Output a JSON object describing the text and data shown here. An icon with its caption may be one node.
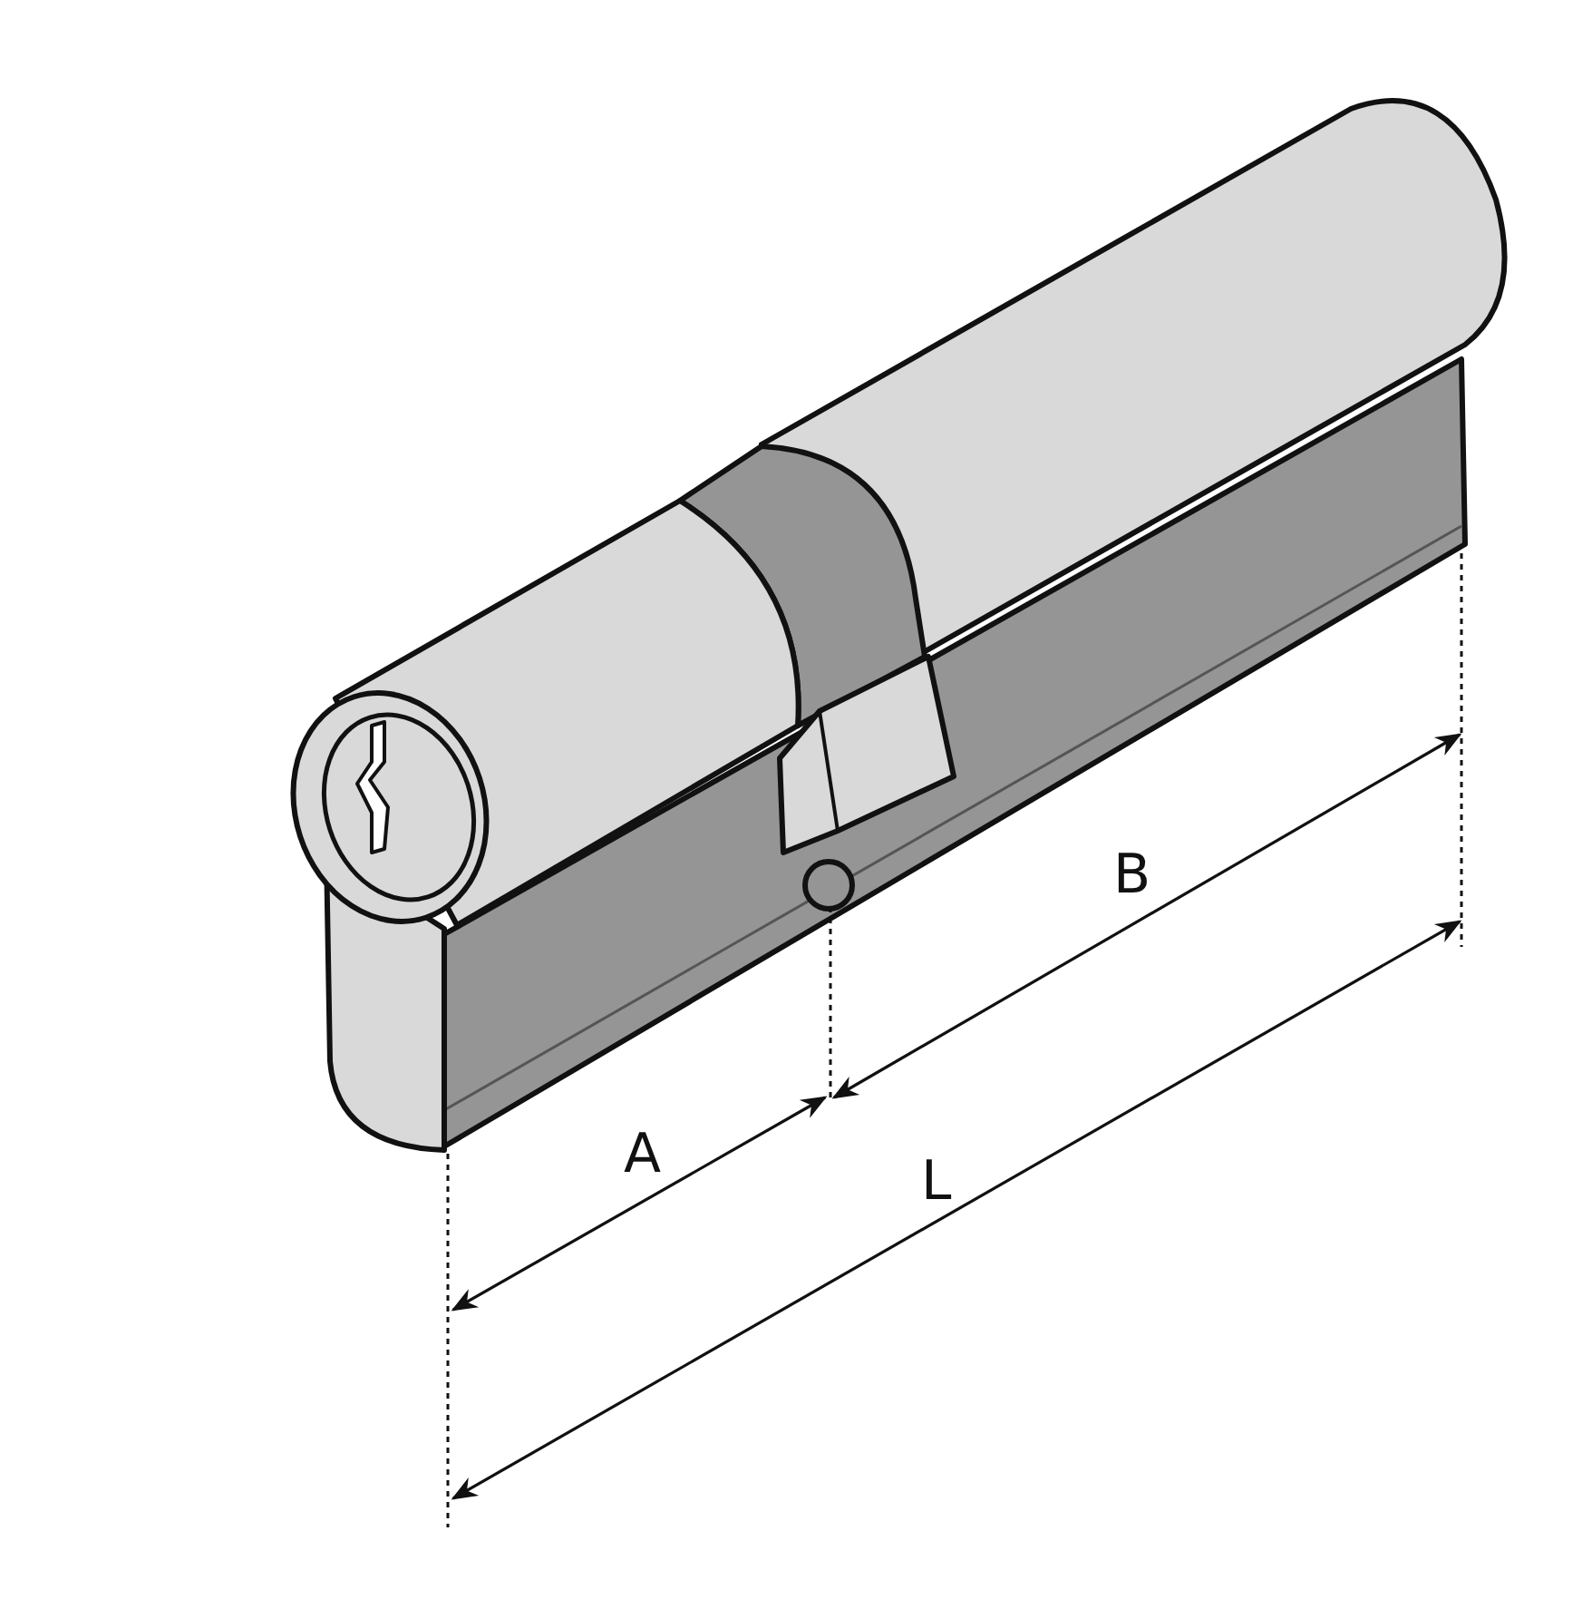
{
  "diagram": {
    "labels": [
      "A",
      "B",
      "L"
    ]
  }
}
